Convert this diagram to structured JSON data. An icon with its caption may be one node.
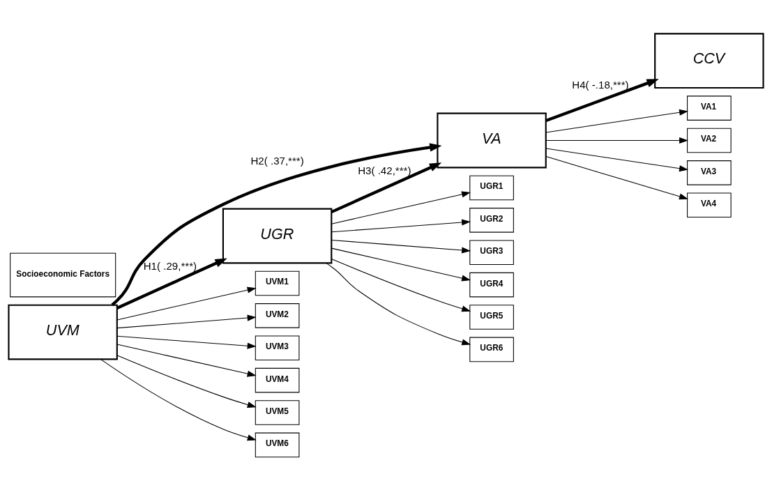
{
  "diagram": {
    "nodes": [
      {
        "text": [
          "UVM"
        ]
      },
      {
        "text": [
          "UGR"
        ]
      },
      {
        "text": [
          "VA"
        ]
      },
      {
        "text": [
          "CCV"
        ]
      },
      {
        "text": [
          "Socioeconomic Factors"
        ]
      },
      {
        "text": [
          "UVM1"
        ]
      },
      {
        "text": [
          "UVM2"
        ]
      },
      {
        "text": [
          "UVM3"
        ]
      },
      {
        "text": [
          "UVM4"
        ]
      },
      {
        "text": [
          "UVM5"
        ]
      },
      {
        "text": [
          "UVM6"
        ]
      },
      {
        "text": [
          "UGR1"
        ]
      },
      {
        "text": [
          "UGR2"
        ]
      },
      {
        "text": [
          "UGR3"
        ]
      },
      {
        "text": [
          "UGR4"
        ]
      },
      {
        "text": [
          "UGR5"
        ]
      },
      {
        "text": [
          "UGR6"
        ]
      },
      {
        "text": [
          "VA1"
        ]
      },
      {
        "text": [
          "VA2"
        ]
      },
      {
        "text": [
          "VA3"
        ]
      },
      {
        "text": [
          "VA4"
        ]
      }
    ],
    "edges": [
      {
        "from": 0,
        "to": 5,
        "arrow": "to"
      },
      {
        "from": 0,
        "to": 6,
        "arrow": "to"
      },
      {
        "from": 0,
        "to": 7,
        "arrow": "to"
      },
      {
        "from": 0,
        "to": 8,
        "arrow": "to"
      },
      {
        "from": 0,
        "to": 9,
        "arrow": "to"
      },
      {
        "from": 0,
        "to": 10,
        "arrow": "to"
      },
      {
        "from": 1,
        "to": 11,
        "arrow": "to"
      },
      {
        "from": 1,
        "to": 12,
        "arrow": "to"
      },
      {
        "from": 1,
        "to": 13,
        "arrow": "to"
      },
      {
        "from": 1,
        "to": 14,
        "arrow": "to"
      },
      {
        "from": 1,
        "to": 15,
        "arrow": "to"
      },
      {
        "from": 1,
        "to": 16,
        "arrow": "to"
      },
      {
        "from": 2,
        "to": 17,
        "arrow": "to"
      },
      {
        "from": 2,
        "to": 18,
        "arrow": "to"
      },
      {
        "from": 2,
        "to": 19,
        "arrow": "to"
      },
      {
        "from": 2,
        "to": 20,
        "arrow": "to"
      },
      {
        "from": 0,
        "to": 1,
        "arrow": "to",
        "label": "H1( .29,***)",
        "style": "thick"
      },
      {
        "from": 0,
        "to": 2,
        "arrow": "to",
        "label": "H2( .37,***)",
        "style": "thick"
      },
      {
        "from": 1,
        "to": 2,
        "arrow": "to",
        "label": "H3( .42,***)",
        "style": "thick"
      },
      {
        "from": 2,
        "to": 3,
        "arrow": "to",
        "label": "H4( -.18,***)",
        "style": "thick"
      }
    ]
  }
}
